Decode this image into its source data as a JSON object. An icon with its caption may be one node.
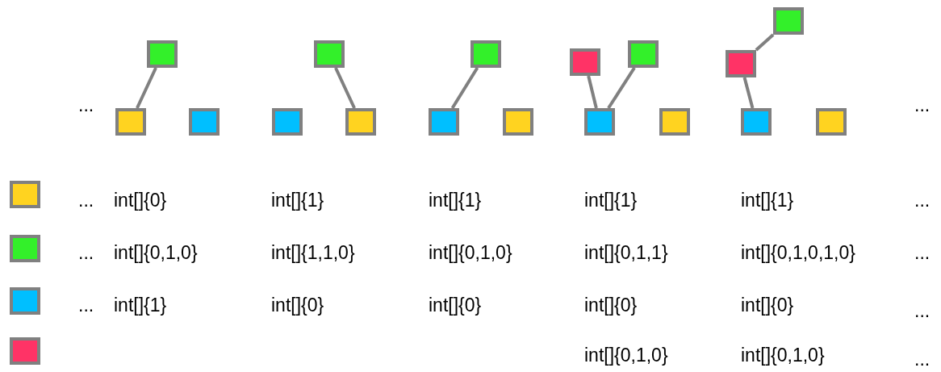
{
  "diagram": {
    "nodes": [
      {
        "text": [],
        "shape": "box"
      },
      {
        "text": [],
        "shape": "box"
      },
      {
        "text": [],
        "shape": "box"
      },
      {
        "text": [],
        "shape": "box"
      },
      {
        "text": [],
        "shape": "box"
      },
      {
        "text": [],
        "shape": "box"
      },
      {
        "text": [],
        "shape": "box"
      },
      {
        "text": [],
        "shape": "box"
      },
      {
        "text": [],
        "shape": "box"
      },
      {
        "text": [],
        "shape": "box"
      },
      {
        "text": [],
        "shape": "box"
      },
      {
        "text": [],
        "shape": "box"
      },
      {
        "text": [],
        "shape": "box"
      },
      {
        "text": [],
        "shape": "box"
      },
      {
        "text": [],
        "shape": "box"
      },
      {
        "text": [],
        "shape": "box"
      },
      {
        "text": [],
        "shape": "box"
      },
      {
        "text": [],
        "shape": "box"
      },
      {
        "text": [],
        "shape": "box"
      },
      {
        "text": [],
        "shape": "box"
      },
      {
        "text": [],
        "shape": "box"
      }
    ],
    "edges": [
      {
        "from": 0,
        "to": 1,
        "arrow": "none"
      },
      {
        "from": 3,
        "to": 5,
        "arrow": "none"
      },
      {
        "from": 6,
        "to": 7,
        "arrow": "none"
      },
      {
        "from": 9,
        "to": 11,
        "arrow": "none"
      },
      {
        "from": 10,
        "to": 11,
        "arrow": "none"
      },
      {
        "from": 13,
        "to": 14,
        "arrow": "none"
      },
      {
        "from": 14,
        "to": 15,
        "arrow": "none"
      }
    ],
    "labels": [
      "...",
      "...",
      "...",
      "int[]{0}",
      "int[]{1}",
      "int[]{1}",
      "int[]{1}",
      "int[]{1}",
      "...",
      "...",
      "int[]{0,1,0}",
      "int[]{1,1,0}",
      "int[]{0,1,0}",
      "int[]{0,1,1}",
      "int[]{0,1,0,1,0}",
      "...",
      "...",
      "int[]{1}",
      "int[]{0}",
      "int[]{0}",
      "int[]{0}",
      "int[]{0}",
      "...",
      "int[]{0,1,0}",
      "int[]{0,1,0}",
      "..."
    ]
  }
}
